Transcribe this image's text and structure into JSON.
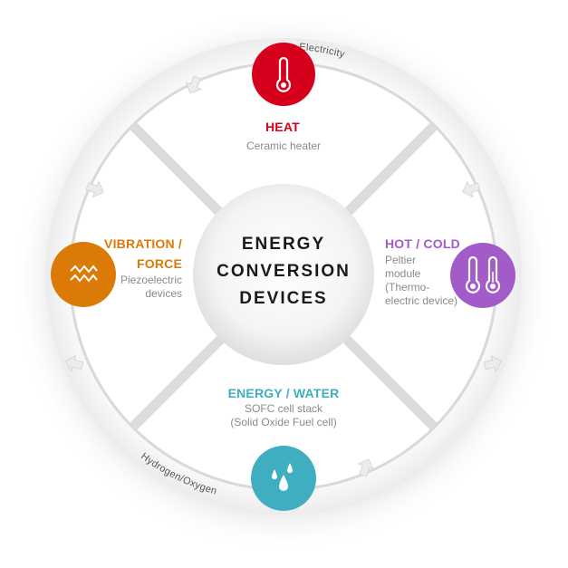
{
  "diagram": {
    "center": {
      "lines": [
        "ENERGY",
        "CONVERSION",
        "DEVICES"
      ]
    },
    "ring_labels": {
      "top": "Electricity",
      "bottom": "Hydrogen/Oxygen"
    },
    "nodes": [
      {
        "id": "heat",
        "title": "HEAT",
        "description": [
          "Ceramic heater"
        ],
        "icon": "thermometer-icon",
        "color": "#d7001c"
      },
      {
        "id": "hot-cold",
        "title": "HOT / COLD",
        "description": [
          "Peltier",
          "module",
          "(Thermo-",
          "electric device)"
        ],
        "icon": "dual-thermometer-icon",
        "color": "#a35bc9"
      },
      {
        "id": "energy-water",
        "title": "ENERGY / WATER",
        "description": [
          "SOFC cell stack",
          "(Solid Oxide Fuel cell)"
        ],
        "icon": "water-drops-icon",
        "color": "#3eaec0"
      },
      {
        "id": "vibration-force",
        "title_lines": [
          "VIBRATION /",
          "FORCE"
        ],
        "description": [
          "Piezoelectric",
          "devices"
        ],
        "icon": "zigzag-wave-icon",
        "color": "#db7a06"
      }
    ],
    "colors": {
      "ring": "#f2f2f2",
      "spoke": "#dcdcdc",
      "arrow": "#e6e6e6",
      "center_text": "#1a1a1a",
      "desc_text": "#8a8a8a"
    }
  }
}
